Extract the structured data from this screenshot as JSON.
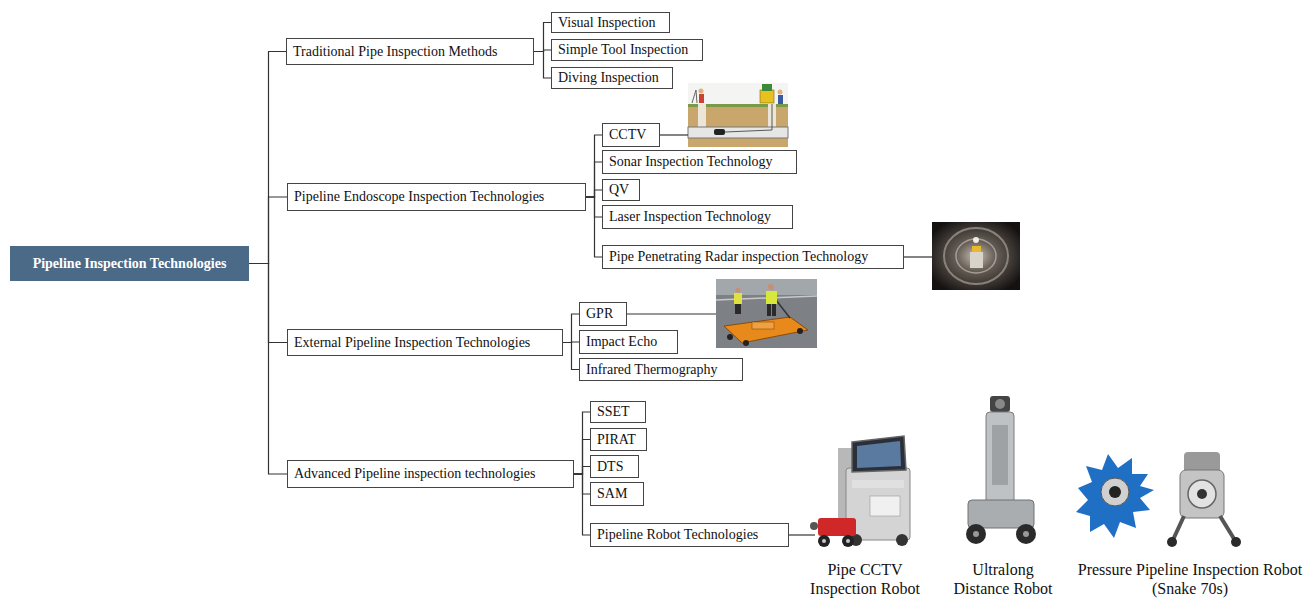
{
  "diagram": {
    "nodes": [
      {
        "text": [
          "Pipeline Inspection Technologies"
        ]
      },
      {
        "text": [
          "Traditional Pipe Inspection Methods"
        ]
      },
      {
        "text": [
          "Visual Inspection"
        ]
      },
      {
        "text": [
          "Simple Tool Inspection"
        ]
      },
      {
        "text": [
          "Diving Inspection"
        ]
      },
      {
        "text": [
          "Pipeline Endoscope Inspection Technologies"
        ]
      },
      {
        "text": [
          "CCTV"
        ]
      },
      {
        "text": [
          "Sonar Inspection Technology"
        ]
      },
      {
        "text": [
          "QV"
        ]
      },
      {
        "text": [
          "Laser Inspection Technology"
        ]
      },
      {
        "text": [
          "Pipe Penetrating Radar inspection Technology"
        ]
      },
      {
        "text": [
          "External Pipeline Inspection Technologies"
        ]
      },
      {
        "text": [
          "GPR"
        ]
      },
      {
        "text": [
          "Impact Echo"
        ]
      },
      {
        "text": [
          "Infrared Thermography"
        ]
      },
      {
        "text": [
          "Advanced Pipeline inspection technologies"
        ]
      },
      {
        "text": [
          "SSET"
        ]
      },
      {
        "text": [
          "PIRAT"
        ]
      },
      {
        "text": [
          "DTS"
        ]
      },
      {
        "text": [
          "SAM"
        ]
      },
      {
        "text": [
          "Pipeline Robot Technologies"
        ]
      }
    ],
    "edges": [
      {
        "from": 0,
        "to": 1,
        "arrow": "none"
      },
      {
        "from": 0,
        "to": 5,
        "arrow": "none"
      },
      {
        "from": 0,
        "to": 11,
        "arrow": "none"
      },
      {
        "from": 0,
        "to": 15,
        "arrow": "none"
      },
      {
        "from": 1,
        "to": 2,
        "arrow": "none"
      },
      {
        "from": 1,
        "to": 3,
        "arrow": "none"
      },
      {
        "from": 1,
        "to": 4,
        "arrow": "none"
      },
      {
        "from": 5,
        "to": 6,
        "arrow": "none"
      },
      {
        "from": 5,
        "to": 7,
        "arrow": "none"
      },
      {
        "from": 5,
        "to": 8,
        "arrow": "none"
      },
      {
        "from": 5,
        "to": 9,
        "arrow": "none"
      },
      {
        "from": 5,
        "to": 10,
        "arrow": "none"
      },
      {
        "from": 11,
        "to": 12,
        "arrow": "none"
      },
      {
        "from": 11,
        "to": 13,
        "arrow": "none"
      },
      {
        "from": 11,
        "to": 14,
        "arrow": "none"
      },
      {
        "from": 15,
        "to": 16,
        "arrow": "none"
      },
      {
        "from": 15,
        "to": 17,
        "arrow": "none"
      },
      {
        "from": 15,
        "to": 18,
        "arrow": "none"
      },
      {
        "from": 15,
        "to": 19,
        "arrow": "none"
      },
      {
        "from": 15,
        "to": 20,
        "arrow": "none"
      }
    ],
    "labels": [
      "Pipe CCTV Inspection Robot",
      "Ultralong Distance Robot",
      "Pressure Pipeline Inspection Robot (Snake 70s)"
    ]
  }
}
